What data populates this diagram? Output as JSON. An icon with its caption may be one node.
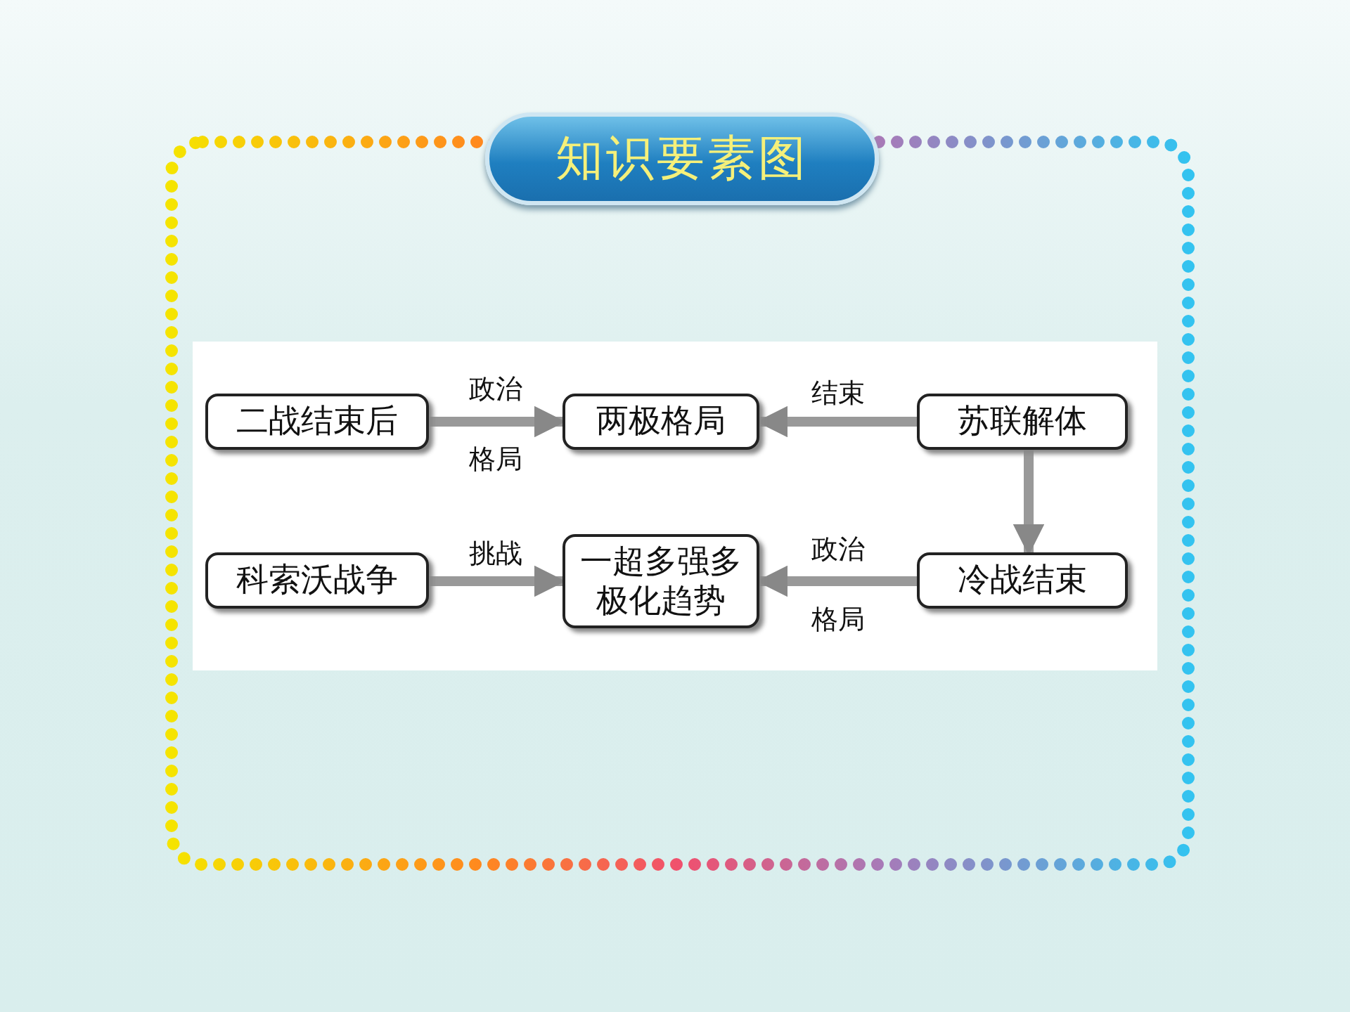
{
  "diagram": {
    "title": "知识要素图",
    "nodes": [
      {
        "text": [
          "二战结束后"
        ]
      },
      {
        "text": [
          "两极格局"
        ]
      },
      {
        "text": [
          "苏联解体"
        ]
      },
      {
        "text": [
          "科索沃战争"
        ]
      },
      {
        "text": [
          "一超多强多极化趋势"
        ]
      },
      {
        "text": [
          "冷战结束"
        ]
      }
    ],
    "edges": [
      {
        "from": 0,
        "to": 1,
        "arrow": "to",
        "label": "政治格局"
      },
      {
        "from": 2,
        "to": 1,
        "arrow": "to",
        "label": "结束"
      },
      {
        "from": 2,
        "to": 5,
        "arrow": "to"
      },
      {
        "from": 3,
        "to": 4,
        "arrow": "to",
        "label": "挑战"
      },
      {
        "from": 5,
        "to": 4,
        "arrow": "to",
        "label": "政治格局"
      }
    ]
  }
}
